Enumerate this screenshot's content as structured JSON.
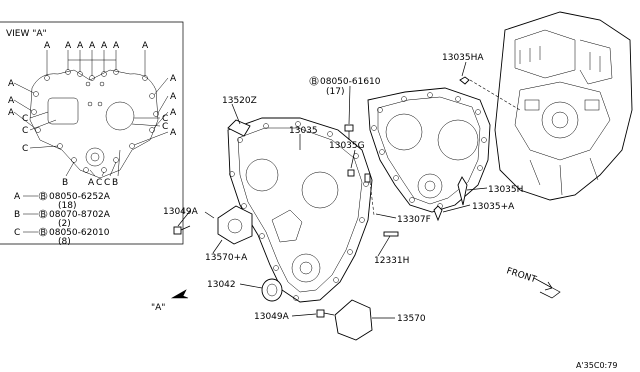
{
  "view": {
    "title": "VIEW \"A\"",
    "letter_A": "A",
    "letter_B": "B",
    "letter_C": "C",
    "bottom_labels": "B     ACCB",
    "legend": [
      {
        "key": "A",
        "part": "08050-6252A",
        "qty": "(18)"
      },
      {
        "key": "B",
        "part": "08070-8702A",
        "qty": "(2)"
      },
      {
        "key": "C",
        "part": "08050-62010",
        "qty": "(8)"
      }
    ],
    "bolt_prefix": "B"
  },
  "callouts": {
    "c13520Z": "13520Z",
    "c13035": "13035",
    "c13035G": "13035G",
    "c13035HA": "13035HA",
    "c13035H": "13035H",
    "c13035A": "13035+A",
    "c13307F": "13307F",
    "c12331H": "12331H",
    "c13049A_top": "13049A",
    "c13570A": "13570+A",
    "c13042": "13042",
    "c13049A_bot": "13049A",
    "c13570": "13570",
    "bolt_part": "08050-61610",
    "bolt_qty": "(17)",
    "bolt_prefix": "B",
    "view_arrow": "\"A\"",
    "front": "FRONT"
  },
  "footer": {
    "code": "A'35C0:79"
  }
}
